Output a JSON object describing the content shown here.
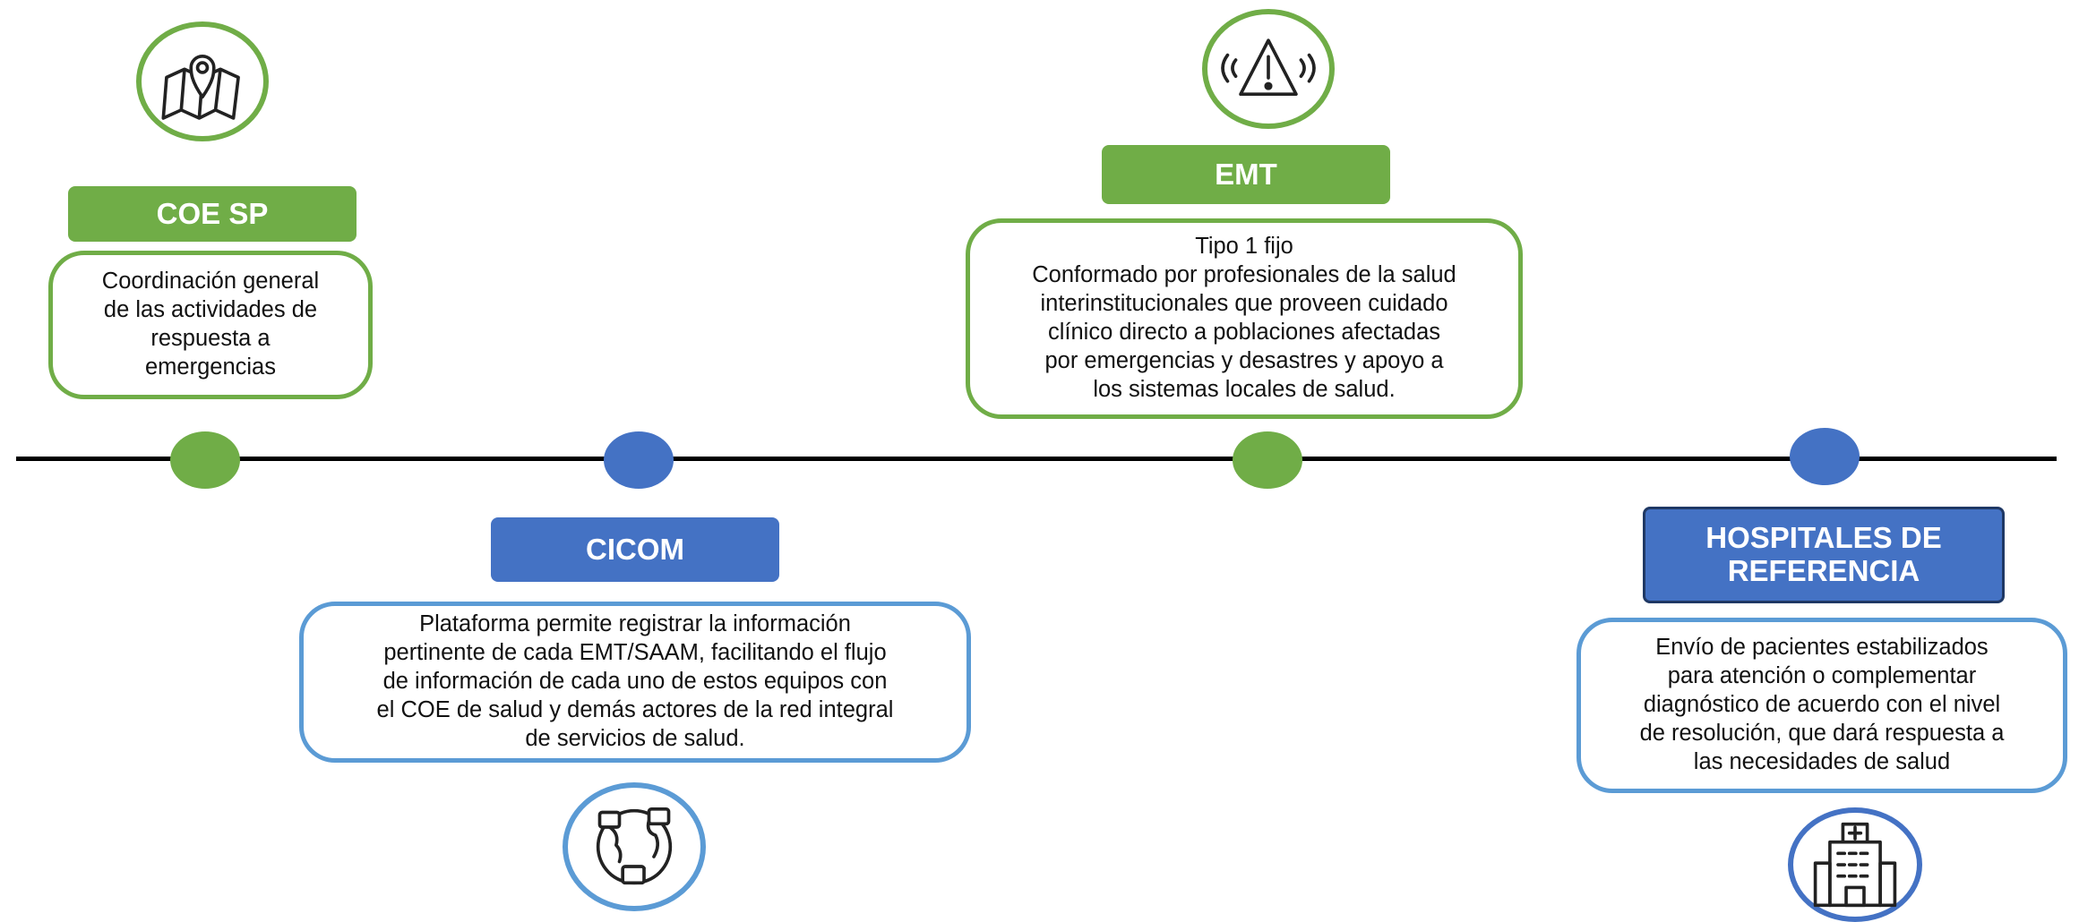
{
  "colors": {
    "green": "#70ad47",
    "blue": "#4472c4",
    "dark_blue": "#2f5597",
    "line": "#000000"
  },
  "timeline": {
    "coe_sp": {
      "title": "COE SP",
      "description": "Coordinación general\nde las actividades de\nrespuesta a\nemergencias",
      "icon": "map-pin-icon"
    },
    "cicom": {
      "title": "CICOM",
      "description": "Plataforma permite registrar la información\npertinente de cada EMT/SAAM, facilitando el flujo\nde información de cada uno de estos equipos con\nel COE de salud y demás actores de la red integral\nde servicios de salud.",
      "icon": "globe-network-icon"
    },
    "emt": {
      "title": "EMT",
      "description": "Tipo 1 fijo\nConformado por profesionales de la salud\ninterinstitucionales que proveen cuidado\nclínico directo a poblaciones afectadas\npor emergencias y desastres y apoyo a\nlos sistemas locales de salud.",
      "icon": "warning-icon"
    },
    "hospitales": {
      "title": "HOSPITALES DE\nREFERENCIA",
      "description": "Envío de pacientes estabilizados\npara atención o complementar\ndiagnóstico de acuerdo con el nivel\nde resolución, que dará respuesta a\nlas necesidades de salud",
      "icon": "hospital-icon"
    }
  }
}
